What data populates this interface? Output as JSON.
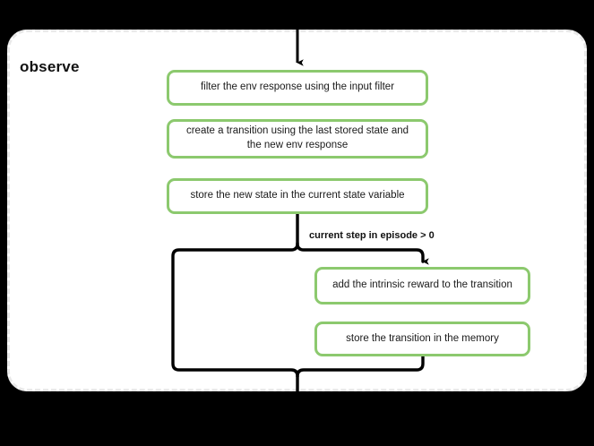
{
  "diagram": {
    "type": "flowchart",
    "scope_title": "observe",
    "accent_color": "#8cc96e",
    "line_color": "#000000",
    "panel_color": "#ffffff",
    "panel_border_color": "#e9e9e9",
    "background_color": "#000000",
    "nodes": [
      {
        "id": "filter-env-response",
        "label": "filter the env response using the input filter"
      },
      {
        "id": "create-transition",
        "label": "create a transition using the last stored state and the new env response"
      },
      {
        "id": "store-new-state",
        "label": "store the new state in the current state variable"
      },
      {
        "id": "add-intrinsic-reward",
        "label": "add the intrinsic reward to the transition"
      },
      {
        "id": "store-transition-memory",
        "label": "store the transition in the memory"
      }
    ],
    "edges": [
      {
        "id": "entry",
        "label": ""
      },
      {
        "id": "conditional-branch",
        "label": "current step in episode > 0"
      }
    ]
  }
}
